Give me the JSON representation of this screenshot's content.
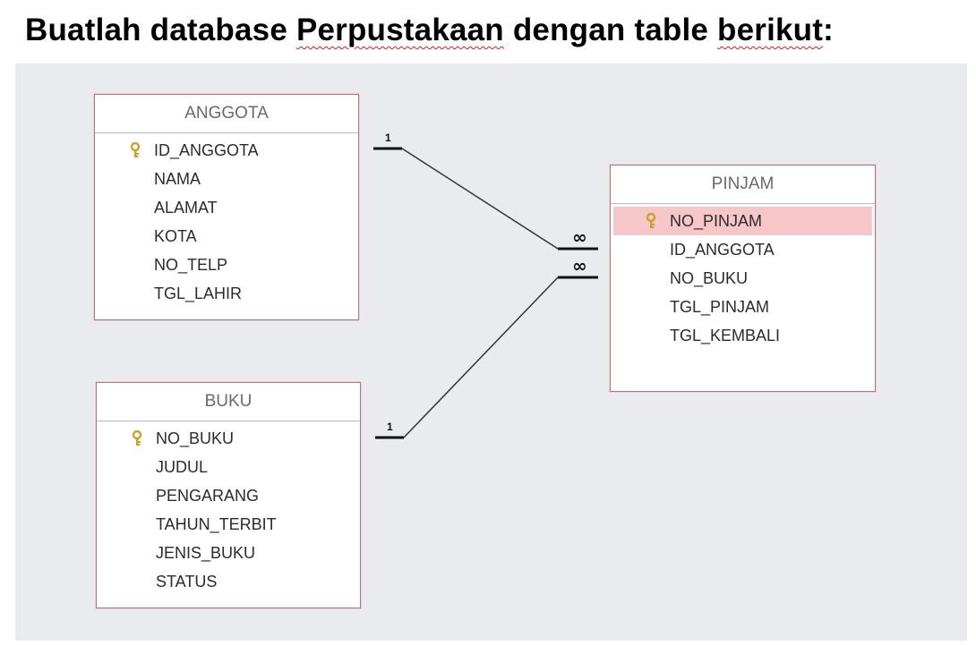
{
  "title": {
    "part1": "Buatlah database ",
    "part2": "Perpustakaan",
    "part3": " dengan table ",
    "part4": "berikut",
    "part5": ":"
  },
  "tables": {
    "anggota": {
      "name": "ANGGOTA",
      "fields": [
        "ID_ANGGOTA",
        "NAMA",
        "ALAMAT",
        "KOTA",
        "NO_TELP",
        "TGL_LAHIR"
      ]
    },
    "buku": {
      "name": "BUKU",
      "fields": [
        "NO_BUKU",
        "JUDUL",
        "PENGARANG",
        "TAHUN_TERBIT",
        "JENIS_BUKU",
        "STATUS"
      ]
    },
    "pinjam": {
      "name": "PINJAM",
      "fields": [
        "NO_PINJAM",
        "ID_ANGGOTA",
        "NO_BUKU",
        "TGL_PINJAM",
        "TGL_KEMBALI"
      ]
    }
  },
  "relationships": [
    {
      "from": "ANGGOTA",
      "to": "PINJAM",
      "from_label": "1",
      "to_label": "∞"
    },
    {
      "from": "BUKU",
      "to": "PINJAM",
      "from_label": "1",
      "to_label": "∞"
    }
  ],
  "colors": {
    "canvas": "#e9ebee",
    "table_border": "#b87478",
    "highlight": "#f6c6c8",
    "key": "#c9a227"
  },
  "icons": {
    "primary_key": "key-icon"
  }
}
